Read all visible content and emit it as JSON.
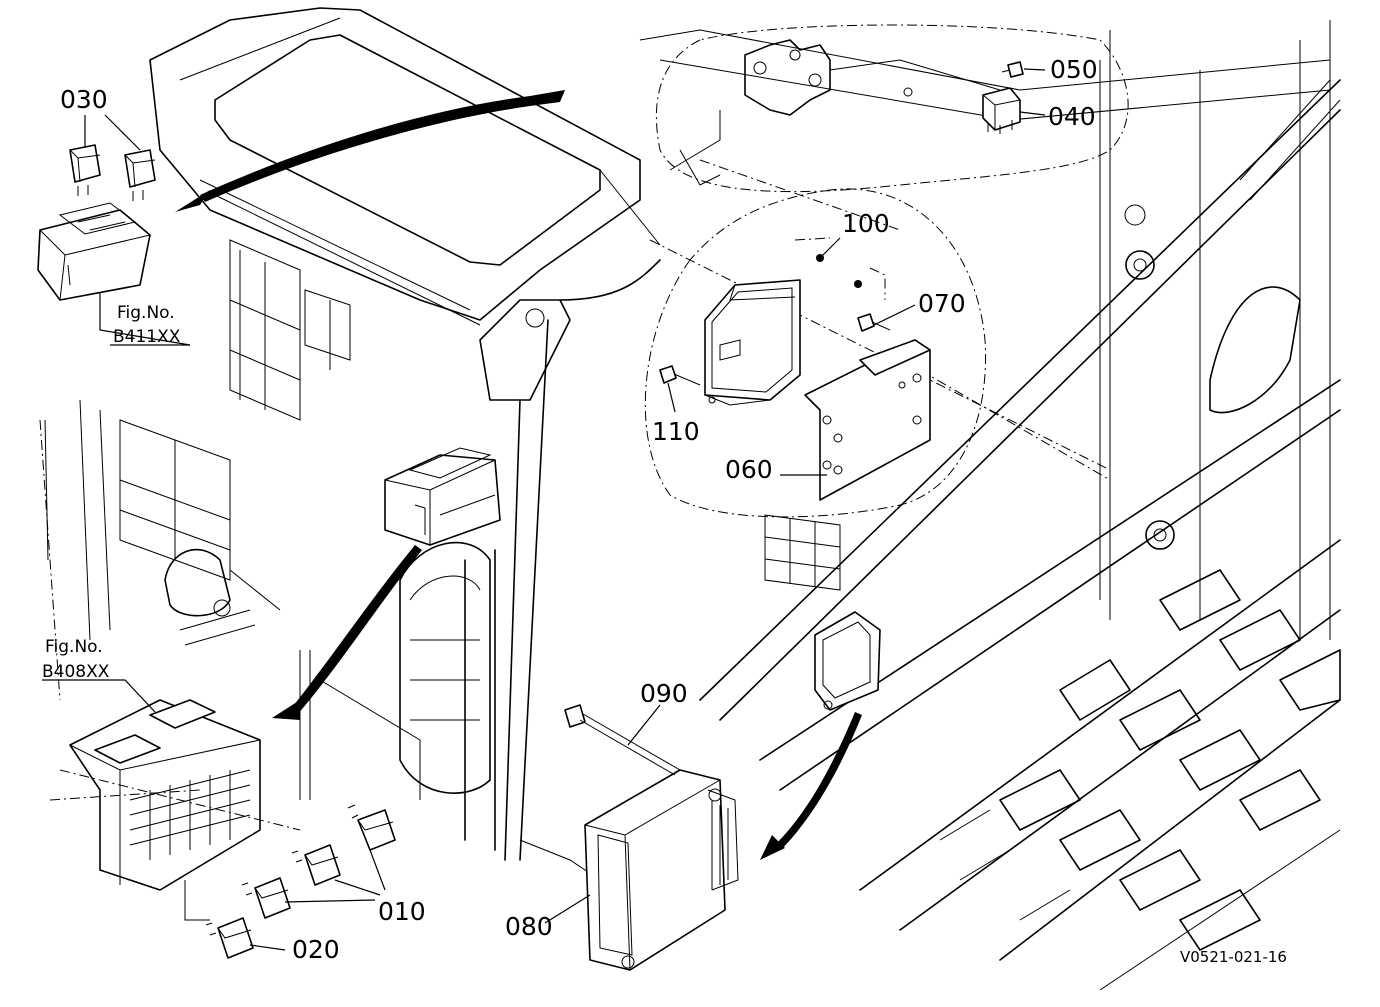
{
  "callouts": {
    "p010": "010",
    "p020": "020",
    "p030": "030",
    "p040": "040",
    "p050": "050",
    "p060": "060",
    "p070": "070",
    "p080": "080",
    "p090": "090",
    "p100": "100",
    "p110": "110"
  },
  "figure_refs": {
    "upper": {
      "label": "Fig.No.",
      "number": "B411XX"
    },
    "lower": {
      "label": "Fig.No.",
      "number": "B408XX"
    }
  },
  "drawing_code": "V0521-021-16"
}
